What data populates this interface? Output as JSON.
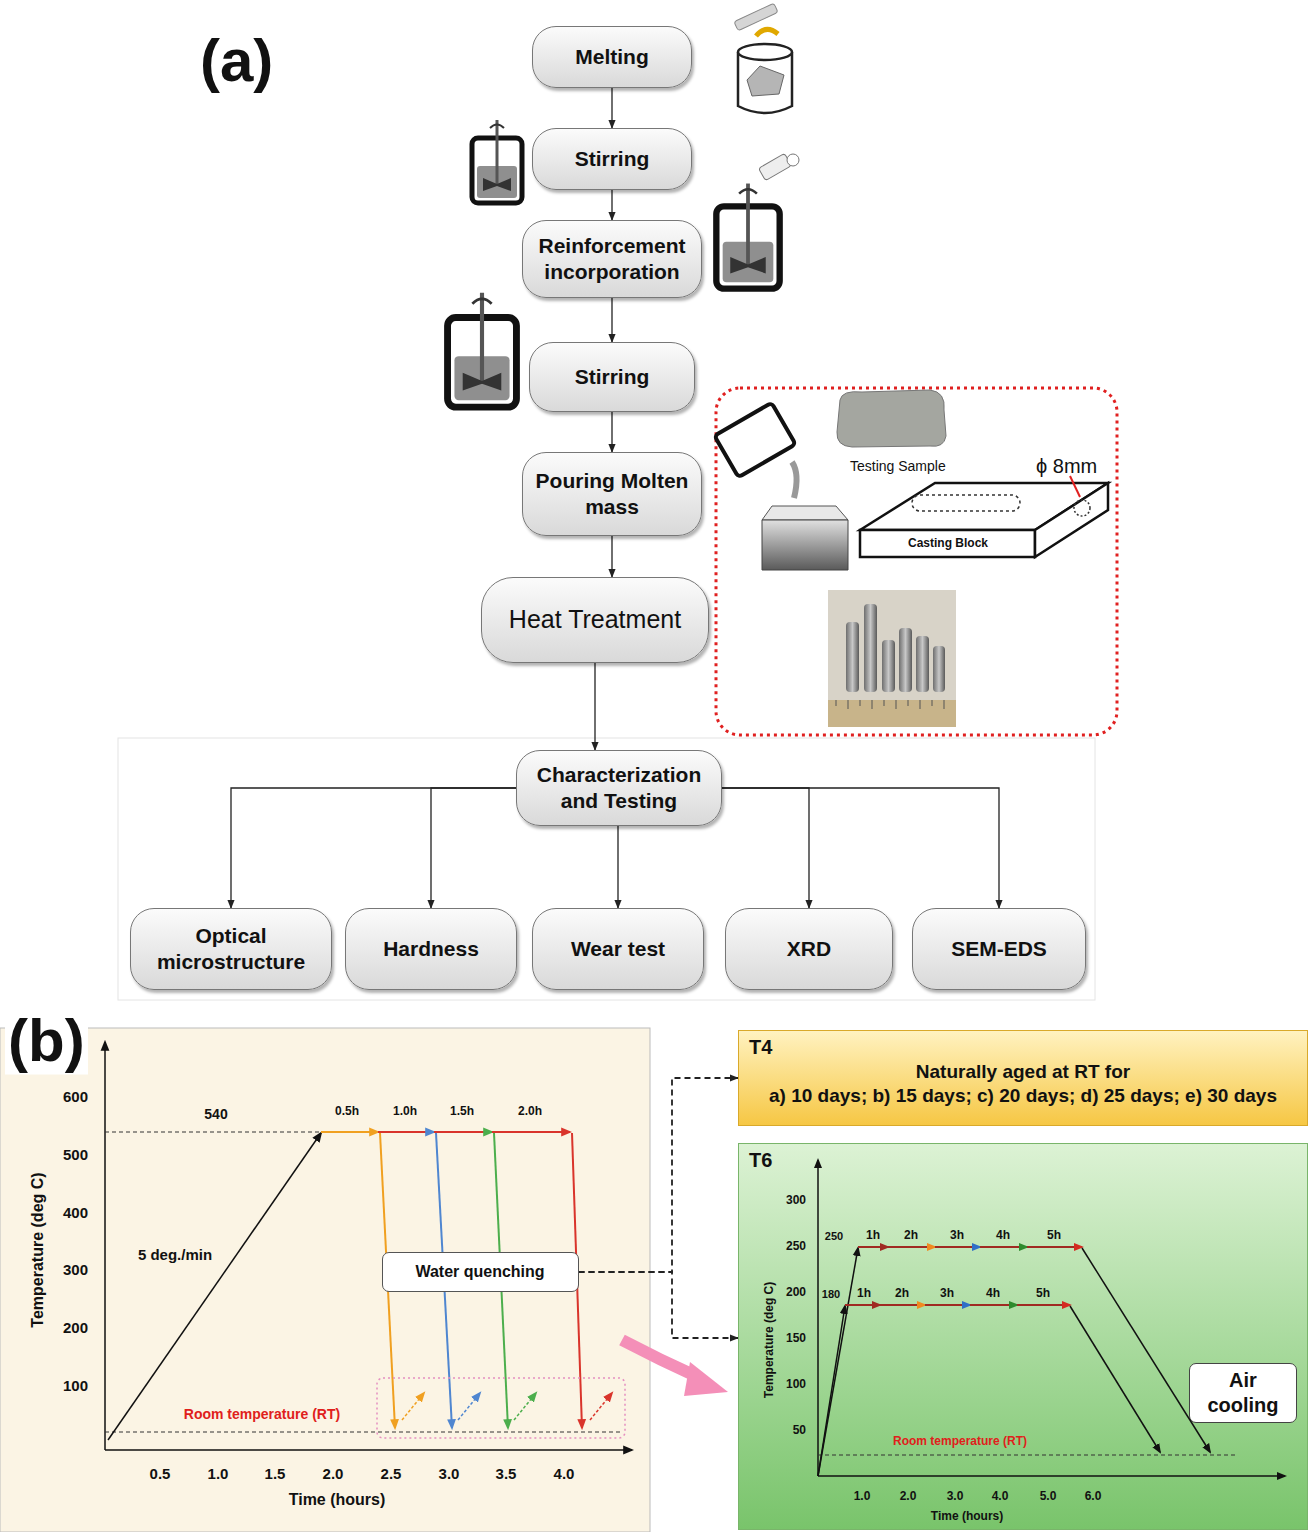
{
  "diagram": {
    "nodes": [
      {
        "text": [
          "Melting"
        ]
      },
      {
        "text": [
          "Stirring"
        ]
      },
      {
        "text": [
          "Reinforcement incorporation"
        ]
      },
      {
        "text": [
          "Stirring"
        ]
      },
      {
        "text": [
          "Pouring Molten mass"
        ]
      },
      {
        "text": [
          "Heat Treatment"
        ]
      },
      {
        "text": [
          "Characterization and Testing"
        ]
      },
      {
        "text": [
          "Optical microstructure"
        ]
      },
      {
        "text": [
          "Hardness"
        ]
      },
      {
        "text": [
          "Wear test"
        ]
      },
      {
        "text": [
          "XRD"
        ]
      },
      {
        "text": [
          "SEM-EDS"
        ]
      },
      {
        "text": [
          "Water quenching"
        ]
      },
      {
        "text": [
          "T4",
          "Naturally aged at RT for",
          "a) 10 days; b) 15 days; c) 20 days; d) 25 days; e) 30 days"
        ]
      },
      {
        "text": [
          "T6"
        ]
      },
      {
        "text": [
          "Air cooling"
        ],
        "in": 14
      }
    ],
    "edges": [
      {
        "from": 0,
        "to": 1,
        "arrow": "to"
      },
      {
        "from": 1,
        "to": 2,
        "arrow": "to"
      },
      {
        "from": 2,
        "to": 3,
        "arrow": "to"
      },
      {
        "from": 3,
        "to": 4,
        "arrow": "to"
      },
      {
        "from": 4,
        "to": 5,
        "arrow": "to"
      },
      {
        "from": 5,
        "to": 6,
        "arrow": "to"
      },
      {
        "from": 6,
        "to": 7,
        "arrow": "to"
      },
      {
        "from": 6,
        "to": 8,
        "arrow": "to"
      },
      {
        "from": 6,
        "to": 9,
        "arrow": "to"
      },
      {
        "from": 6,
        "to": 10,
        "arrow": "to"
      },
      {
        "from": 6,
        "to": 11,
        "arrow": "to"
      },
      {
        "from": 12,
        "to": 13,
        "arrow": "to"
      },
      {
        "from": 12,
        "to": 14,
        "arrow": "to"
      }
    ],
    "labels": [
      "(a)",
      "Testing Sample",
      "ϕ 8mm",
      "Casting Block",
      "(b)",
      "600",
      "500",
      "400",
      "300",
      "200",
      "100",
      "Temperature (deg C)",
      "540",
      "0.5h",
      "1.0h",
      "1.5h",
      "2.0h",
      "5 deg./min",
      "Room temperature (RT)",
      "0.5",
      "1.0",
      "1.5",
      "2.0",
      "2.5",
      "3.0",
      "3.5",
      "4.0",
      "Time (hours)",
      "300",
      "250",
      "200",
      "150",
      "100",
      "50",
      "Temperature (deg C)",
      "250",
      "1h",
      "2h",
      "3h",
      "4h",
      "5h",
      "180",
      "1h",
      "2h",
      "3h",
      "4h",
      "5h",
      "Room temperature (RT)",
      "1.0",
      "2.0",
      "3.0",
      "4.0",
      "5.0",
      "6.0",
      "Time (hours)"
    ]
  }
}
